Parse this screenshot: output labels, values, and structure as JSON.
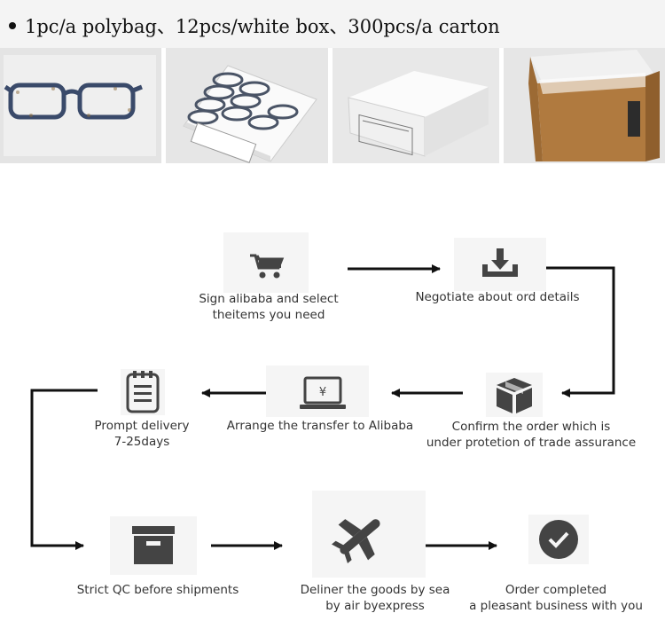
{
  "header": {
    "text": "1pc/a polybag、12pcs/white box、300pcs/a carton"
  },
  "photos": [
    {
      "name": "polybag-glasses-photo"
    },
    {
      "name": "white-box-tray-photo"
    },
    {
      "name": "white-box-closed-photo"
    },
    {
      "name": "carton-photo"
    }
  ],
  "steps": {
    "sign": {
      "icon": "cart-icon",
      "line1": "Sign alibaba and select",
      "line2": "theitems you need"
    },
    "negotiate": {
      "icon": "download-tray-icon",
      "line1": "Negotiate about ord details"
    },
    "confirm": {
      "icon": "package-box-icon",
      "line1": "Confirm the order which is",
      "line2": "under protetion of trade assurance"
    },
    "transfer": {
      "icon": "laptop-yen-icon",
      "line1": "Arrange the transfer to Alibaba"
    },
    "delivery": {
      "icon": "clipboard-icon",
      "line1": "Prompt delivery",
      "line2": "7-25days"
    },
    "qc": {
      "icon": "archive-box-icon",
      "line1": "Strict QC before shipments"
    },
    "ship": {
      "icon": "airplane-icon",
      "line1": "Deliner the goods by sea",
      "line2": "by air byexpress"
    },
    "done": {
      "icon": "check-circle-icon",
      "line1": "Order completed",
      "line2": "a pleasant business with you"
    }
  }
}
